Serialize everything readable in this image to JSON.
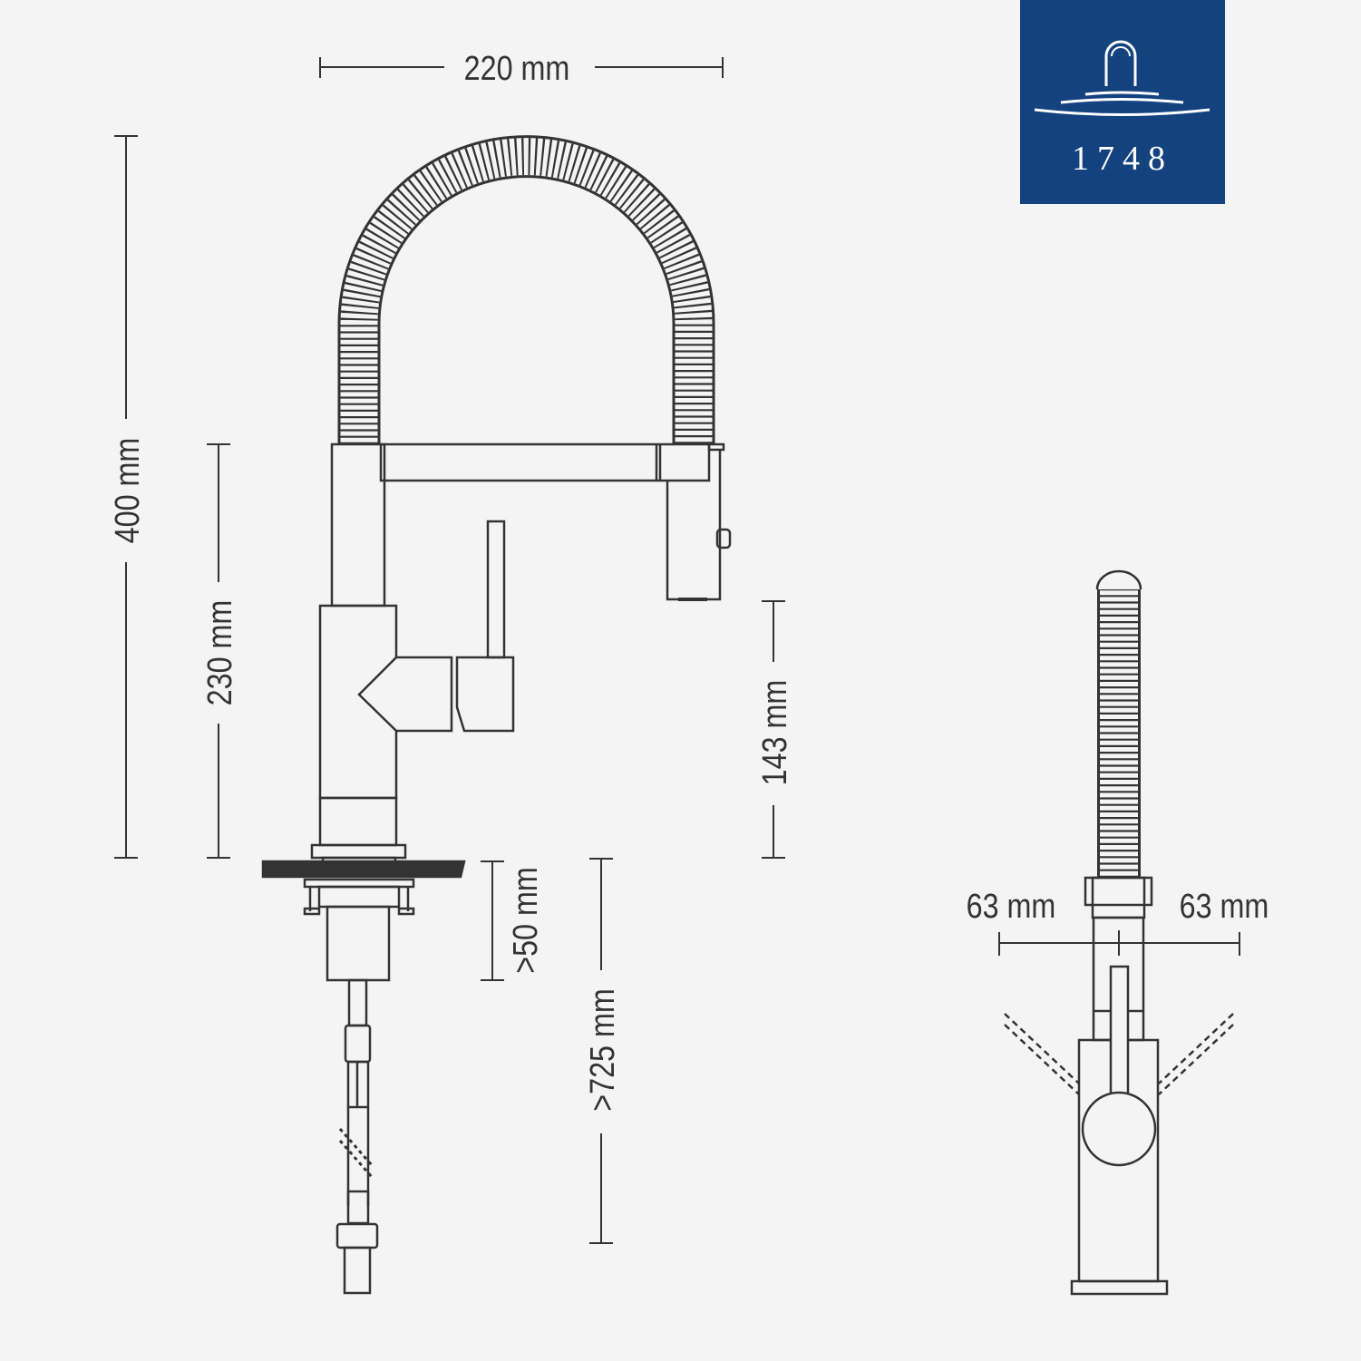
{
  "dimensions": {
    "width": "220 mm",
    "total_height": "400 mm",
    "spout_height": "230 mm",
    "outlet_height": "143 mm",
    "deck_thickness": ">50 mm",
    "hose_length": ">725 mm",
    "swing_left": "63 mm",
    "swing_right": "63 mm"
  },
  "logo": {
    "text": "1748",
    "background": "#13427f",
    "icon": "faucet-over-water-icon"
  },
  "colors": {
    "line": "#333333",
    "background": "#f4f4f4"
  }
}
